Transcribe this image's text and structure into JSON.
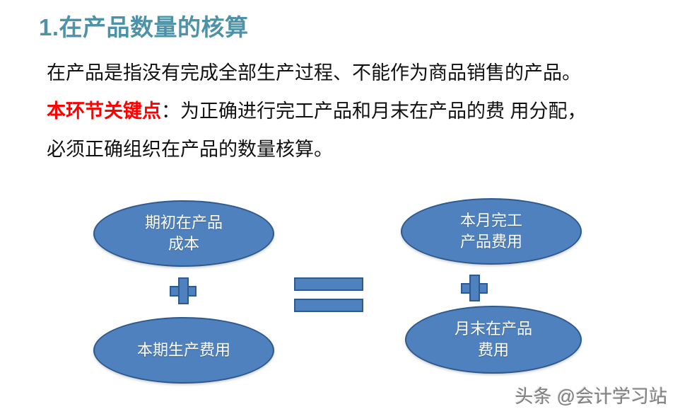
{
  "slide": {
    "title": "1.在产品数量的核算",
    "title_color": "#4E92A8",
    "background": "#ffffff"
  },
  "body": {
    "line1": "在产品是指没有完成全部生产过程、不能作为商品销售的产品。",
    "line2_key": "本环节关键点",
    "line2_rest": "：为正确进行完工产品和月末在产品的费 用分配，",
    "line3": "必须正确组织在产品的数量核算。",
    "key_color": "#FF0000",
    "text_color": "#111111"
  },
  "diagram": {
    "fill_color": "#4E81BD",
    "border_color": "#2E5A8E",
    "label_color": "#FFFFFF",
    "nodes": [
      {
        "id": "initial-wip",
        "line1": "期初在产品",
        "line2": "成本"
      },
      {
        "id": "current-cost",
        "line1": "本期生产费用",
        "line2": ""
      },
      {
        "id": "finished",
        "line1": "本月完工",
        "line2": "产品费用"
      },
      {
        "id": "ending-wip",
        "line1": "月末在产品",
        "line2": "费用"
      }
    ],
    "operators": {
      "plus_left": "+",
      "plus_right": "+",
      "equals": "="
    }
  },
  "watermark": {
    "text": "头条 @会计学习站"
  }
}
